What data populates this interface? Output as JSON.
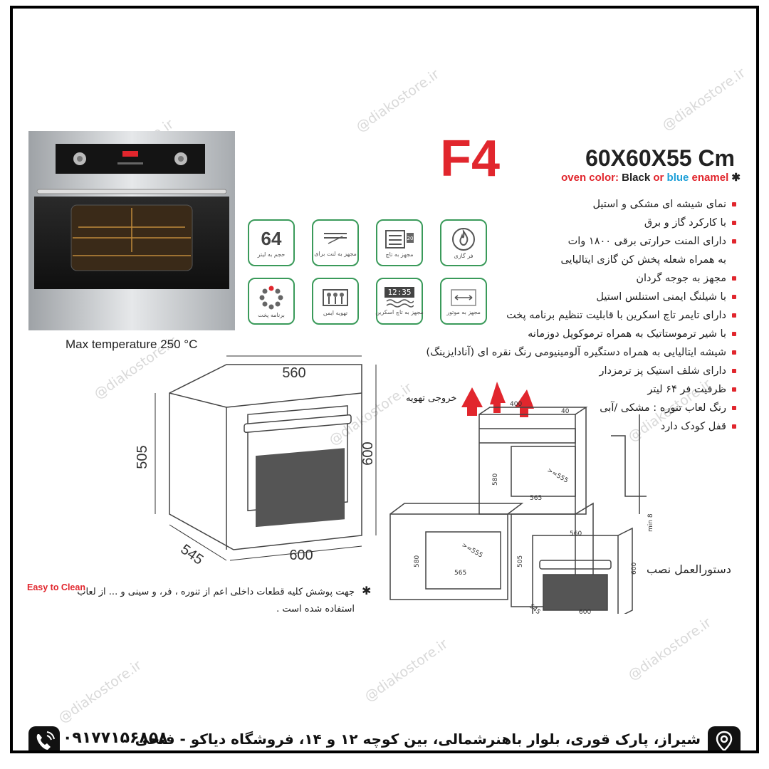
{
  "watermark": "@diakostore.ir",
  "model": "F4",
  "dimensions": "60X60X55 Cm",
  "color_line": {
    "label": "oven color:",
    "black": "Black",
    "or": "or",
    "blue": "blue",
    "enamel": "enamel",
    "star": "✱"
  },
  "features": [
    "نمای شیشه ای مشکی و استیل",
    "با کارکرد گاز و برق",
    "دارای المنت حرارتی برقی ۱۸۰۰ وات",
    "به همراه شعله پخش کن گازی ایتالیایی",
    "مجهز به جوجه گردان",
    "با شیلنگ ایمنی استنلس استیل",
    "دارای تایمر تاچ اسکرین  با قابلیت تنظیم برنامه پخت",
    "با شیر ترموستاتیک به همراه ترموکوپل دوزمانه",
    "شیشه ایتالیایی به همراه دستگیره آلومینیومی رنگ نقره ای (آنادایزینگ)",
    "دارای شلف استیک پز ترمزدار",
    "ظرفیت فر ۶۴ لیتر",
    "رنگ لعاب تنوره :  مشکی /آبی",
    "قفل کودک دارد"
  ],
  "icons": {
    "capacity_value": "64",
    "capacity_label": "حجم به لیتر",
    "tray_label": "مجهز به لنت برای",
    "scale_value": "20",
    "scale_label": "مجهز به تاچ",
    "gas_label": "فر گازی",
    "program_label": "برنامه پخت",
    "fan_label": "تهویه ایمن",
    "timer_value": "12:35",
    "timer_label": "مجهز به تاچ اسکرین",
    "lock_label": "مجهز به موتور"
  },
  "max_temp": "Max temperature 250 °C",
  "drawing": {
    "w": "560",
    "h1": "505",
    "h2": "600",
    "d": "545",
    "w2": "600"
  },
  "install": {
    "vent_label": "خروجی تهویه",
    "top_w": "400",
    "top_side": "40",
    "a555": ">=555",
    "a565": "565",
    "a580": "580",
    "b555": ">=555",
    "b565": "565",
    "b580": "580",
    "b505": "505",
    "c560": "560",
    "c600": "600",
    "c545": "545",
    "c600b": "600",
    "min": "min 8",
    "title": "دستورالعمل نصب"
  },
  "note": {
    "star": "✱",
    "text": "جهت پوشش کلیه قطعات داخلی اعم از تنوره ، فر، و سینی و ... از لعاب",
    "brand": "Easy to Clean",
    "text2": "استفاده شده است ."
  },
  "footer": {
    "address": "شیراز، پارک قوری، بلوار باهنرشمالی، بین کوچه ۱۲ و ۱۴، فروشگاه دیاکو - فتحی",
    "phone": "۰۹۱۷۷۱۵۶۸۵۸"
  },
  "colors": {
    "accent_red": "#e1262d",
    "accent_blue": "#1ea0d8",
    "icon_green": "#3a9a5a"
  }
}
